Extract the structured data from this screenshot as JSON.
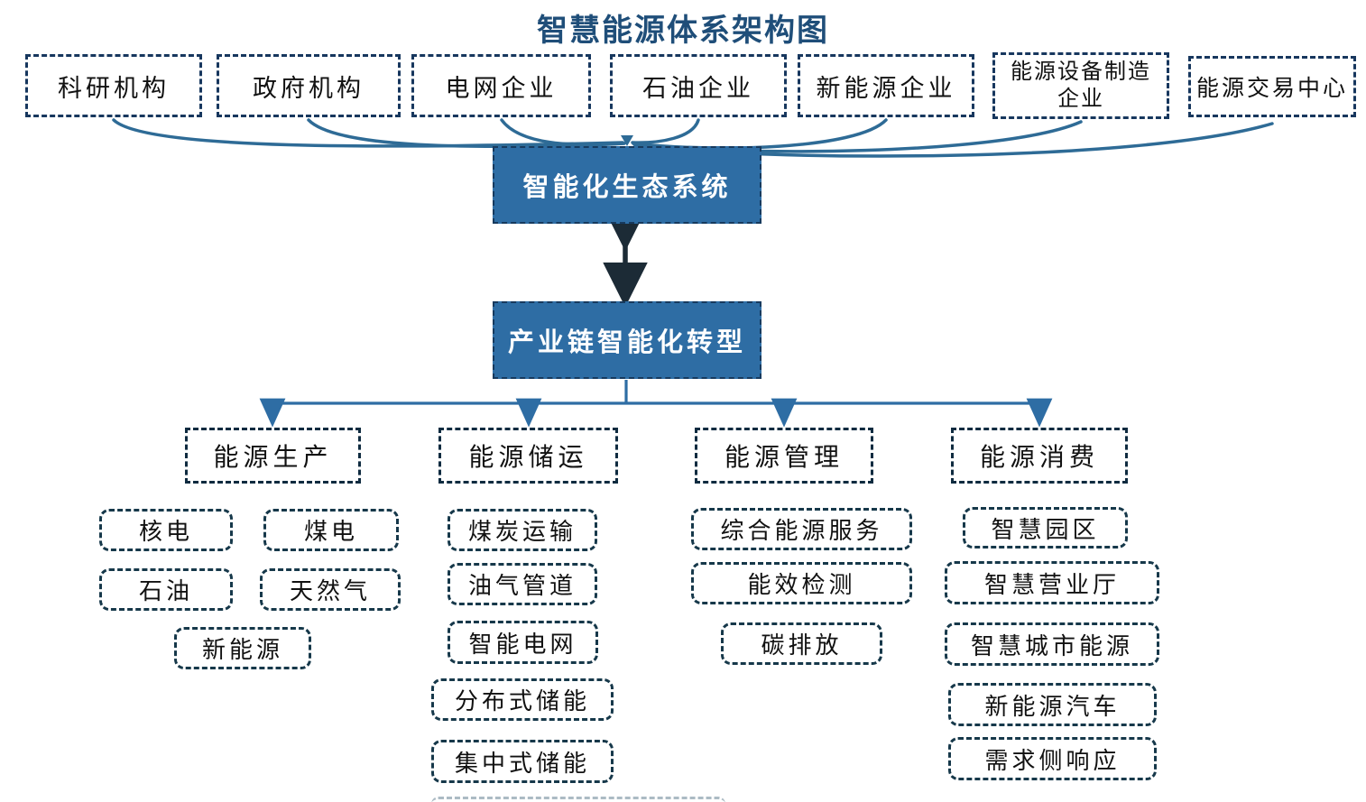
{
  "title": "智慧能源体系架构图",
  "stakeholders": [
    "科研机构",
    "政府机构",
    "电网企业",
    "石油企业",
    "新能源企业",
    "能源设备制造企业",
    "能源交易中心"
  ],
  "core": {
    "ecosystem": "智能化生态系统",
    "transformation": "产业链智能化转型"
  },
  "categories": [
    {
      "label": "能源生产",
      "items": [
        "核电",
        "煤电",
        "石油",
        "天然气",
        "新能源"
      ]
    },
    {
      "label": "能源储运",
      "items": [
        "煤炭运输",
        "油气管道",
        "智能电网",
        "分布式储能",
        "集中式储能"
      ]
    },
    {
      "label": "能源管理",
      "items": [
        "综合能源服务",
        "能效检测",
        "碳排放"
      ]
    },
    {
      "label": "能源消费",
      "items": [
        "智慧园区",
        "智慧营业厅",
        "智慧城市能源",
        "新能源汽车",
        "需求侧响应"
      ]
    }
  ],
  "colors": {
    "title_text": "#1F4E79",
    "core_box_fill": "#2E6DA4",
    "core_box_text": "#FFFFFF",
    "stakeholder_border": "#17375E",
    "category_border": "#0F2B40",
    "sub_item_border": "#16384A",
    "connector_curve": "#2E6B96",
    "tree_connector": "#2E6DA4",
    "double_arrow": "#1C2B36"
  }
}
